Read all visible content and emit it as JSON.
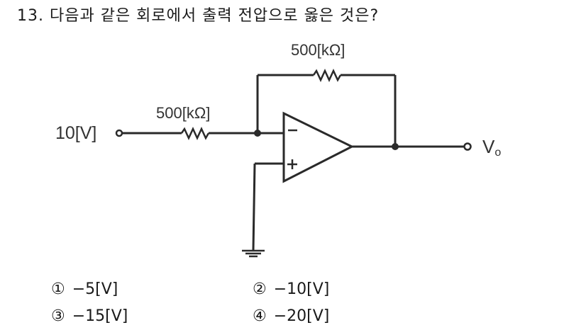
{
  "question": {
    "number": "13.",
    "text": "다음과 같은 회로에서 출력 전압으로 옳은 것은?"
  },
  "circuit": {
    "input_label": "10[V]",
    "input_resistor_label": "500[kΩ]",
    "feedback_resistor_label": "500[kΩ]",
    "output_label": "V",
    "output_subscript": "o",
    "opamp_inverting": "−",
    "opamp_noninverting": "+"
  },
  "choices": [
    {
      "num": "①",
      "text": "−5[V]"
    },
    {
      "num": "②",
      "text": "−10[V]"
    },
    {
      "num": "③",
      "text": "−15[V]"
    },
    {
      "num": "④",
      "text": "−20[V]"
    }
  ]
}
